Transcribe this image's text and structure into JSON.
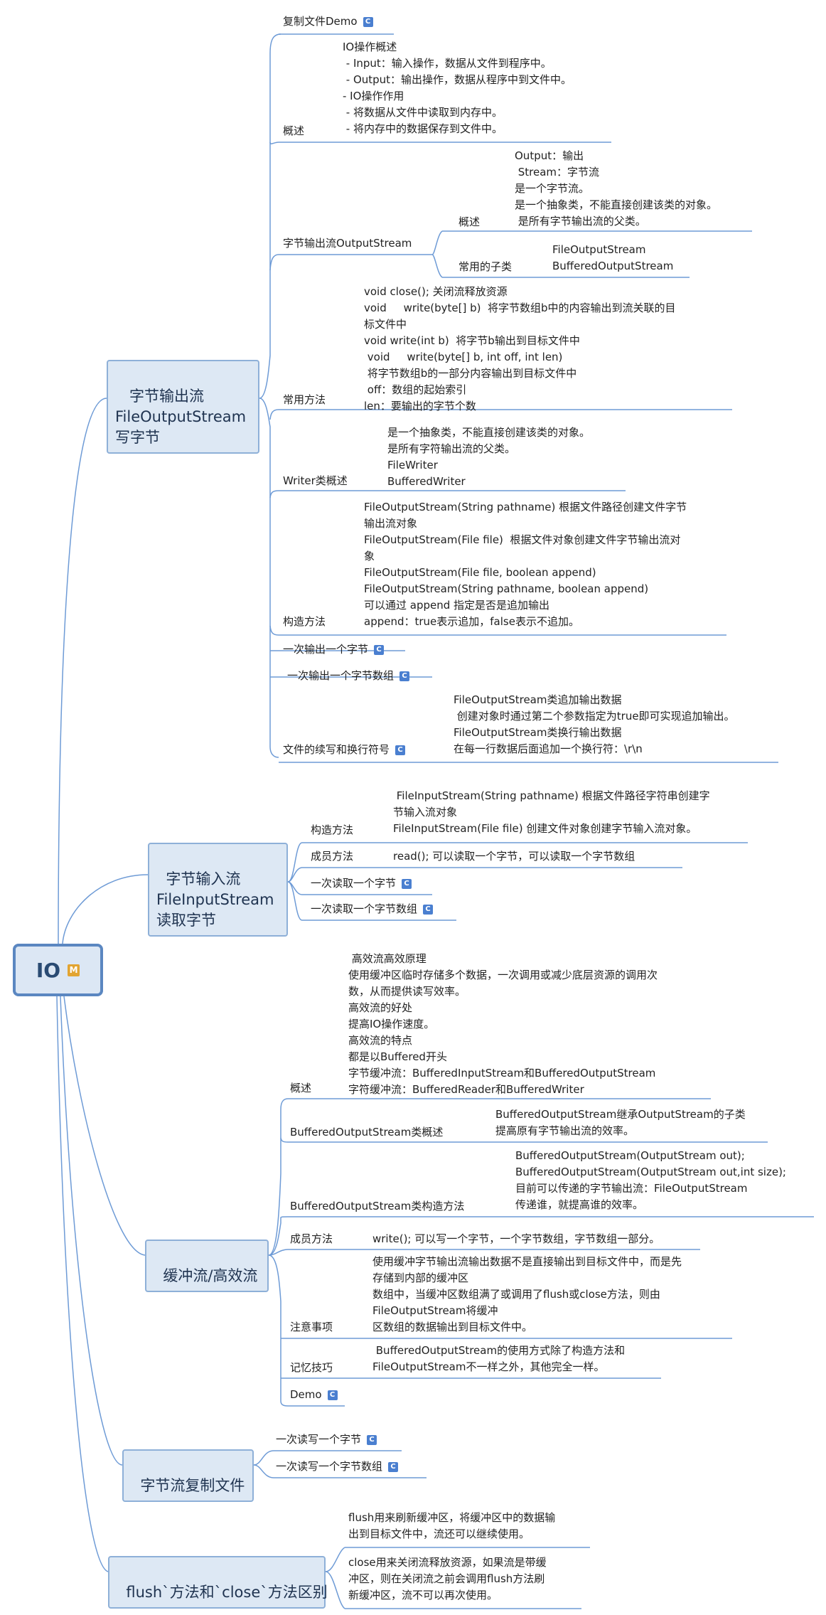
{
  "root": {
    "label": "IO",
    "badge": "M"
  },
  "badge_icon": "C",
  "b1": {
    "label": " 字节输出流\nFileOutputStream\n写字节",
    "copy_demo": "复制文件Demo",
    "overview": {
      "label": "概述",
      "text": "IO操作概述\n - Input：输入操作，数据从文件到程序中。\n - Output：输出操作，数据从程序中到文件中。\n- IO操作作用\n - 将数据从文件中读取到内存中。\n - 将内存中的数据保存到文件中。"
    },
    "outputstream": {
      "label": "字节输出流OutputStream",
      "overview_label": "概述",
      "overview_text": "Output：输出\n Stream：字节流\n是一个字节流。\n是一个抽象类，不能直接创建该类的对象。\n 是所有字节输出流的父类。",
      "subclass_label": "常用的子类",
      "subclass_text": "FileOutputStream\nBufferedOutputStream"
    },
    "methods": {
      "label": "常用方法",
      "text": "void close(); 关闭流释放资源\nvoid     write(byte[] b)  将字节数组b中的内容输出到流关联的目\n标文件中\nvoid write(int b)  将字节b输出到目标文件中\n void     write(byte[] b, int off, int len)\n 将字节数组b的一部分内容输出到目标文件中\n off：数组的起始索引\nlen：要输出的字节个数"
    },
    "writer": {
      "label": "Writer类概述",
      "text": "是一个抽象类，不能直接创建该类的对象。\n是所有字符输出流的父类。\nFileWriter\nBufferedWriter"
    },
    "constructor": {
      "label": "构造方法",
      "text": "FileOutputStream(String pathname) 根据文件路径创建文件字节\n输出流对象\nFileOutputStream(File file)  根据文件对象创建文件字节输出流对\n象\nFileOutputStream(File file, boolean append)\nFileOutputStream(String pathname, boolean append)\n可以通过 append 指定是否是追加输出\nappend：true表示追加，false表示不追加。"
    },
    "one_byte": "一次输出一个字节",
    "byte_array": "一次输出一个字节数组",
    "continue": {
      "label": "文件的续写和换行符号",
      "text": "FileOutputStream类追加输出数据\n 创建对象时通过第二个参数指定为true即可实现追加输出。\nFileOutputStream类换行输出数据\n在每一行数据后面追加一个换行符：\\r\\n"
    }
  },
  "b2": {
    "label": "字节输入流\nFileInputStream\n读取字节",
    "constructor_label": "构造方法",
    "constructor_text": " FileInputStream(String pathname) 根据文件路径字符串创建字\n节输入流对象\nFileInputStream(File file) 创建文件对象创建字节输入流对象。",
    "member_label": "成员方法",
    "member_text": "read(); 可以读取一个字节，可以读取一个字节数组",
    "read_one": "一次读取一个字节",
    "read_array": "一次读取一个字节数组"
  },
  "b3": {
    "label": "缓冲流/高效流",
    "overview_label": "概述",
    "overview_text": " 高效流高效原理\n使用缓冲区临时存储多个数据，一次调用或减少底层资源的调用次\n数，从而提供读写效率。\n高效流的好处\n提高IO操作速度。\n高效流的特点\n都是以Buffered开头\n字节缓冲流：BufferedInputStream和BufferedOutputStream\n字符缓冲流：BufferedReader和BufferedWriter",
    "bos_overview_label": "BufferedOutputStream类概述",
    "bos_overview_text": "BufferedOutputStream继承OutputStream的子类\n提高原有字节输出流的效率。",
    "bos_constructor_label": "BufferedOutputStream类构造方法",
    "bos_constructor_text": "BufferedOutputStream(OutputStream out);\nBufferedOutputStream(OutputStream out,int size);\n目前可以传递的字节输出流：FileOutputStream\n传递谁，就提高谁的效率。",
    "member_label": "成员方法",
    "member_text": "write(); 可以写一个字节，一个字节数组，字节数组一部分。",
    "note_label": "注意事项",
    "note_text": "使用缓冲字节输出流输出数据不是直接输出到目标文件中，而是先\n存储到内部的缓冲区\n数组中，当缓冲区数组满了或调用了flush或close方法，则由\nFileOutputStream将缓冲\n区数组的数据输出到目标文件中。",
    "memo_label": "记忆技巧",
    "memo_text": " BufferedOutputStream的使用方式除了构造方法和\nFileOutputStream不一样之外，其他完全一样。",
    "demo": "Demo"
  },
  "b4": {
    "label": "字节流复制文件",
    "one": "一次读写一个字节",
    "array": "一次读写一个字节数组"
  },
  "b5": {
    "label": "flush`方法和`close`方法区别",
    "flush_text": "flush用来刷新缓冲区，将缓冲区中的数据输\n出到目标文件中，流还可以继续使用。",
    "close_text": "close用来关闭流释放资源，如果流是带缓\n冲区，则在关闭流之前会调用flush方法刷\n新缓冲区，流不可以再次使用。"
  }
}
